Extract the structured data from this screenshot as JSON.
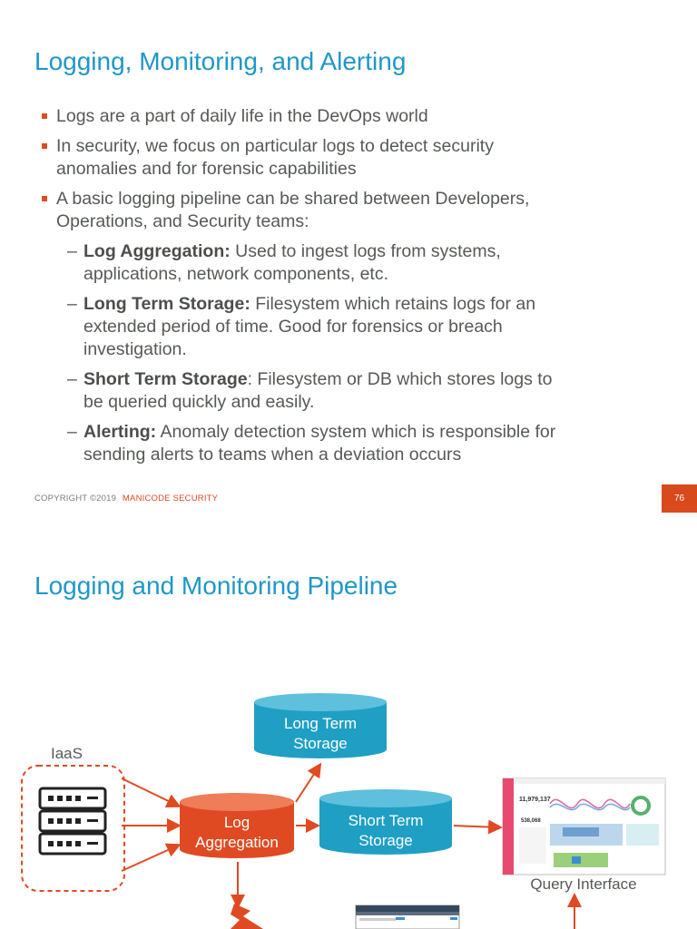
{
  "slide1": {
    "title": "Logging, Monitoring, and Alerting",
    "bullets": [
      "Logs are a part of daily life in the DevOps world",
      "In security, we focus on particular logs to detect security",
      "anomalies and for forensic capabilities",
      "A basic logging pipeline can be shared between Developers,",
      "Operations, and Security teams:"
    ],
    "subbullets": [
      {
        "term": "Log Aggregation:",
        "line1": " Used to ingest logs from systems,",
        "line2": "applications, network components, etc."
      },
      {
        "term": "Long Term Storage:",
        "line1": " Filesystem which retains logs for an",
        "line2": "extended period of time. Good for forensics or breach",
        "line3": "investigation."
      },
      {
        "term": "Short Term Storage",
        "line1": ": Filesystem or DB which stores logs to",
        "line2": "be queried quickly and easily."
      },
      {
        "term": "Alerting:",
        "line1": " Anomaly detection system which is responsible for",
        "line2": "sending alerts to teams when a deviation occurs"
      }
    ],
    "footer": {
      "copyright": "COPYRIGHT ©2019",
      "brand": "MANICODE SECURITY"
    },
    "page_number": "76"
  },
  "slide2": {
    "title": "Logging and Monitoring Pipeline",
    "nodes": {
      "iaas": "IaaS",
      "long_term_1": "Long Term",
      "long_term_2": "Storage",
      "log_agg_1": "Log",
      "log_agg_2": "Aggregation",
      "short_term_1": "Short Term",
      "short_term_2": "Storage",
      "query": "Query Interface"
    },
    "colors": {
      "accent": "#e04a22",
      "teal": "#1f9fc4",
      "title": "#1f97c7"
    }
  }
}
